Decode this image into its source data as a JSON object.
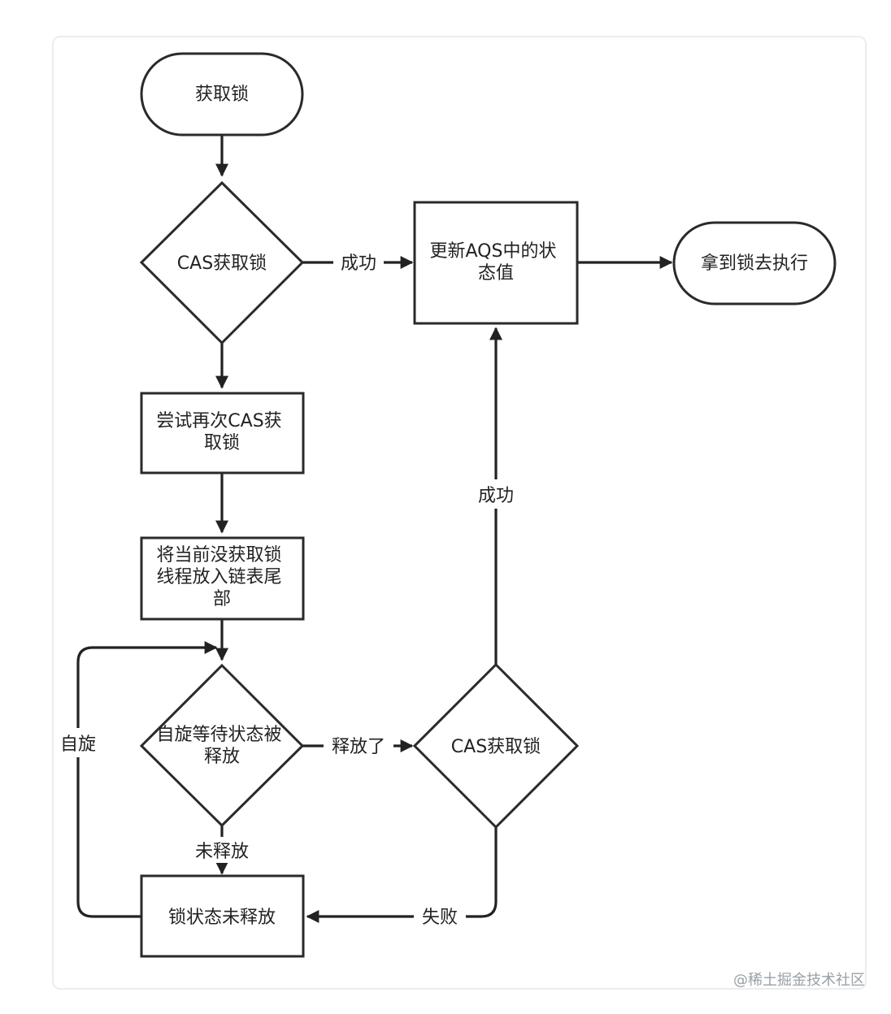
{
  "nodes": {
    "start": [
      "获取锁"
    ],
    "cas1": [
      "CAS获取锁"
    ],
    "update_aqs": [
      "更新AQS中的状",
      "态值"
    ],
    "execute": [
      "拿到锁去执行"
    ],
    "retry": [
      "尝试再次CAS获",
      "取锁"
    ],
    "enqueue": [
      "将当前没获取锁",
      "线程放入链表尾",
      "部"
    ],
    "wait_spin": [
      "自旋等待状态被",
      "释放"
    ],
    "cas2": [
      "CAS获取锁"
    ],
    "lock_unreleased": [
      "锁状态未释放"
    ]
  },
  "edges": {
    "cas1_success": "成功",
    "cas2_success": "成功",
    "released": "释放了",
    "not_released": "未释放",
    "spin": "自旋",
    "failed": "失败"
  },
  "watermark": "@稀土掘金技术社区"
}
